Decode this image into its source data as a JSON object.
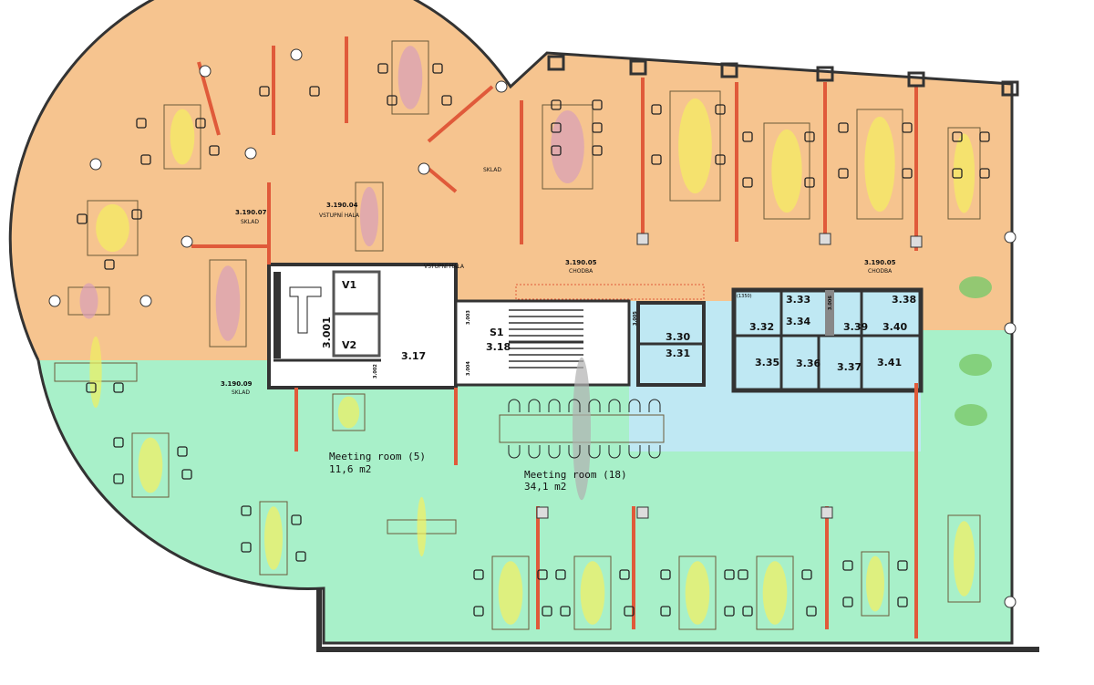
{
  "plan": {
    "colors": {
      "office_zone": "#f6c48f",
      "open_zone": "#a8f0c9",
      "toilets": "#bfe8f3",
      "core": "#ffffff",
      "wall": "#e05a3a"
    },
    "rooms": {
      "sklad_07_code": "3.190.07",
      "sklad_07_name": "SKLAD",
      "hala_code": "3.190.04",
      "hala_name": "VSTUPNÍ HALA",
      "hala_name2": "VSTUPNÍ HALA",
      "sklad_09_code": "3.190.09",
      "sklad_09_name": "SKLAD",
      "sklad_top_name": "SKLAD",
      "chodba_a_code": "3.190.05",
      "chodba_a_name": "CHODBA",
      "chodba_b_code": "3.190.05",
      "chodba_b_name": "CHODBA",
      "v1": "V1",
      "v2": "V2",
      "r3001": "3.001",
      "r3002": "3.002",
      "r317": "3.17",
      "s1": "S1",
      "r318": "3.18",
      "r3003": "3.003",
      "r3004": "3.004",
      "r3005": "3.005",
      "r3006": "3.006",
      "r330": "3.30",
      "r331": "3.31",
      "r332": "3.32",
      "r333": "3.33",
      "r334": "3.34",
      "r335": "3.35",
      "r336": "3.36",
      "r337": "3.37",
      "r338": "3.38",
      "r339": "3.39",
      "r340": "3.40",
      "r341": "3.41",
      "dim_1350": "(1350)"
    },
    "meeting_small": {
      "name": "Meeting room (5)",
      "area": "11,6 m2"
    },
    "meeting_large": {
      "name": "Meeting room (18)",
      "area": "34,1 m2"
    }
  }
}
